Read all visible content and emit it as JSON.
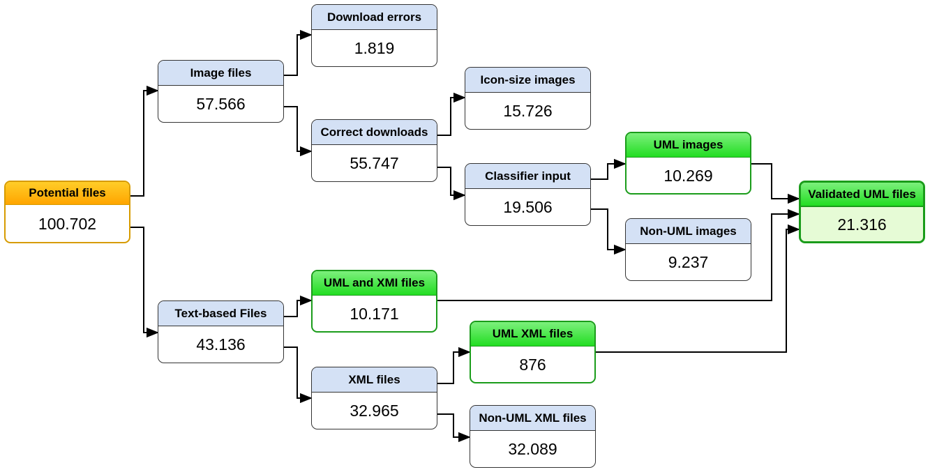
{
  "nodes": {
    "potential": {
      "title": "Potential files",
      "value": "100.702"
    },
    "image": {
      "title": "Image files",
      "value": "57.566"
    },
    "download_errors": {
      "title": "Download errors",
      "value": "1.819"
    },
    "correct_downloads": {
      "title": "Correct downloads",
      "value": "55.747"
    },
    "icon_size": {
      "title": "Icon-size images",
      "value": "15.726"
    },
    "classifier": {
      "title": "Classifier input",
      "value": "19.506"
    },
    "uml_images": {
      "title": "UML images",
      "value": "10.269"
    },
    "non_uml_images": {
      "title": "Non-UML images",
      "value": "9.237"
    },
    "validated": {
      "title": "Validated UML files",
      "value": "21.316"
    },
    "text_based": {
      "title": "Text-based Files",
      "value": "43.136"
    },
    "uml_xmi": {
      "title": "UML and XMI files",
      "value": "10.171"
    },
    "xml": {
      "title": "XML files",
      "value": "32.965"
    },
    "uml_xml": {
      "title": "UML XML files",
      "value": "876"
    },
    "non_uml_xml": {
      "title": "Non-UML XML files",
      "value": "32.089"
    }
  },
  "colors": {
    "header_blue": "#d4e1f5",
    "header_orange": "#ffa500",
    "header_green": "#22dd22",
    "border_green": "#1a9c1a",
    "border_orange": "#d79b00",
    "final_fill": "#e6fbd6"
  }
}
